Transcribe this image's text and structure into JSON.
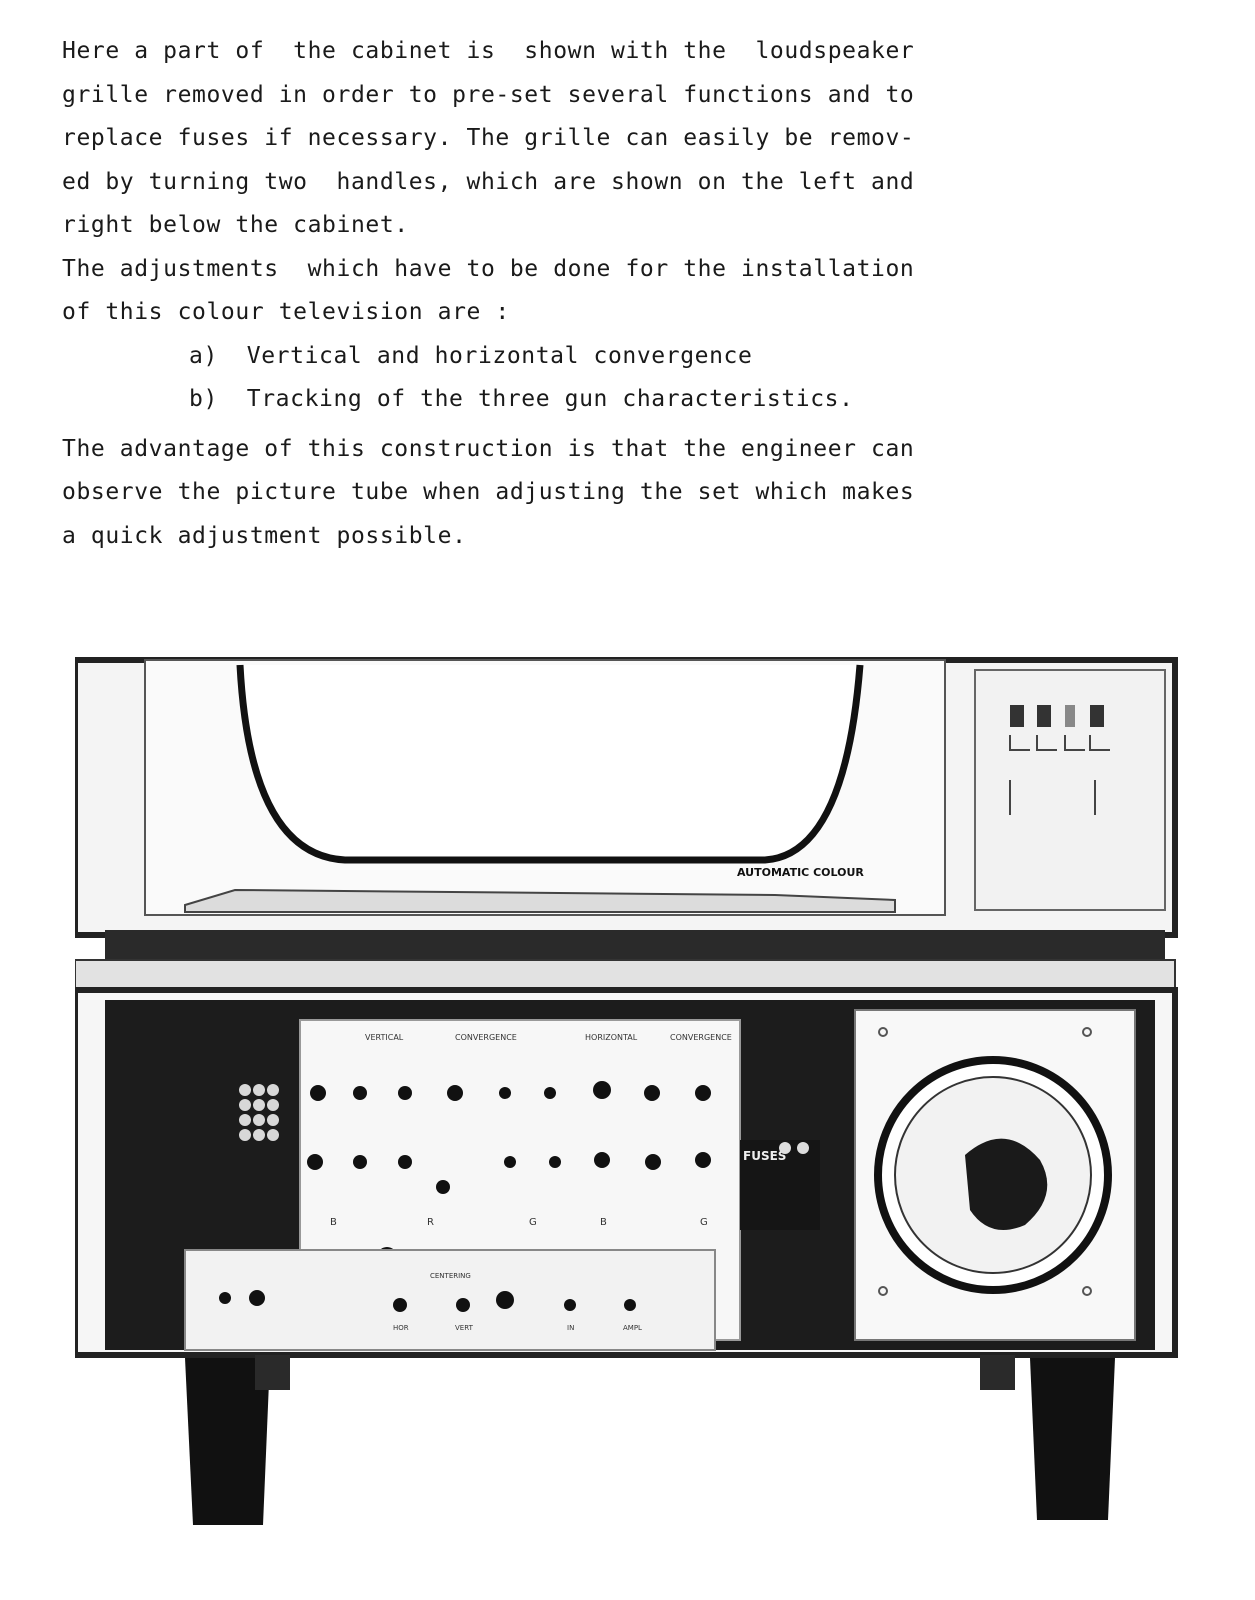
{
  "paragraph1": [
    "Here a part of  the cabinet is  shown with the  loudspeaker",
    "grille removed in order to pre-set several functions and to",
    "replace fuses if necessary. The grille can easily be remov-",
    "ed by turning two  handles, which are shown on the left and",
    "right below the cabinet."
  ],
  "paragraph2": [
    "The adjustments  which have to be done for the installation",
    "of this colour television are :"
  ],
  "list": [
    "a)  Vertical and horizontal convergence",
    "b)  Tracking of the three gun characteristics."
  ],
  "paragraph3": [
    "The advantage of this construction is that the engineer can",
    "observe the picture tube when adjusting the set which makes",
    "a quick adjustment possible."
  ],
  "photo": {
    "brand_label": "AUTOMATIC COLOUR",
    "panel_headers": [
      "VERTICAL",
      "CONVERGENCE",
      "HORIZONTAL",
      "CONVERGENCE"
    ],
    "gun_labels": [
      "B",
      "R",
      "G",
      "B",
      "G"
    ],
    "bottom_labels": [
      "HOR",
      "VERT",
      "IN",
      "AMPL"
    ],
    "centering_label": "CENTERING",
    "fuse_label": "FUSES"
  }
}
